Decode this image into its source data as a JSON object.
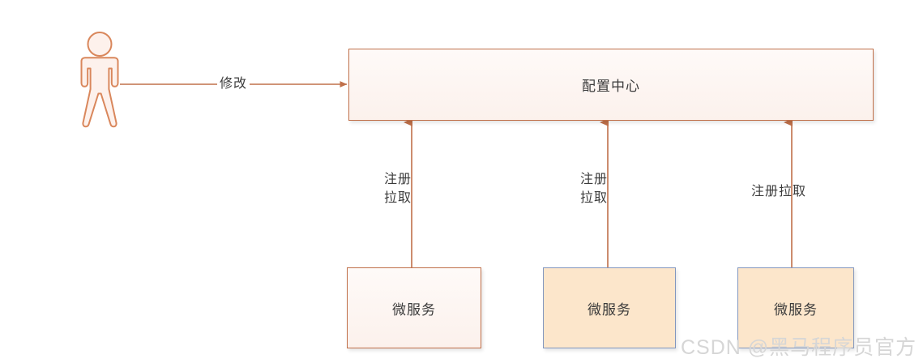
{
  "diagram": {
    "type": "architecture-flow-diagram",
    "background_color": "#ffffff",
    "accent_color": "#c0704a",
    "secondary_color": "#8297bf",
    "text_color": "#3b3b3b"
  },
  "actor": {
    "name": "user-actor",
    "icon": "person-icon",
    "fill_color": "#fdf1ec",
    "stroke_color": "#d9875c"
  },
  "nodes": {
    "config_center": {
      "label": "配置中心",
      "fill_color": "#fcf1ec",
      "border_color": "#c0704a"
    },
    "microservices": [
      {
        "label": "微服务",
        "fill_color": "#fcf1ec",
        "border_color": "#c0704a"
      },
      {
        "label": "微服务",
        "fill_color": "#fce6cb",
        "border_color": "#8297bf"
      },
      {
        "label": "微服务",
        "fill_color": "#fce6cb",
        "border_color": "#8297bf"
      }
    ]
  },
  "edges": [
    {
      "name": "user-to-config-center",
      "label": "修改",
      "direction": "right",
      "color": "#c0704a"
    },
    {
      "name": "microservice-1-to-config-center",
      "label": "注册\n拉取",
      "direction": "up",
      "color": "#c0704a"
    },
    {
      "name": "microservice-2-to-config-center",
      "label": "注册\n拉取",
      "direction": "up",
      "color": "#c0704a"
    },
    {
      "name": "microservice-3-to-config-center",
      "label": "注册拉取",
      "direction": "up",
      "color": "#c0704a"
    }
  ],
  "watermark": {
    "text": "CSDN @黑马程序员官方",
    "color": "#d6d6d6"
  }
}
